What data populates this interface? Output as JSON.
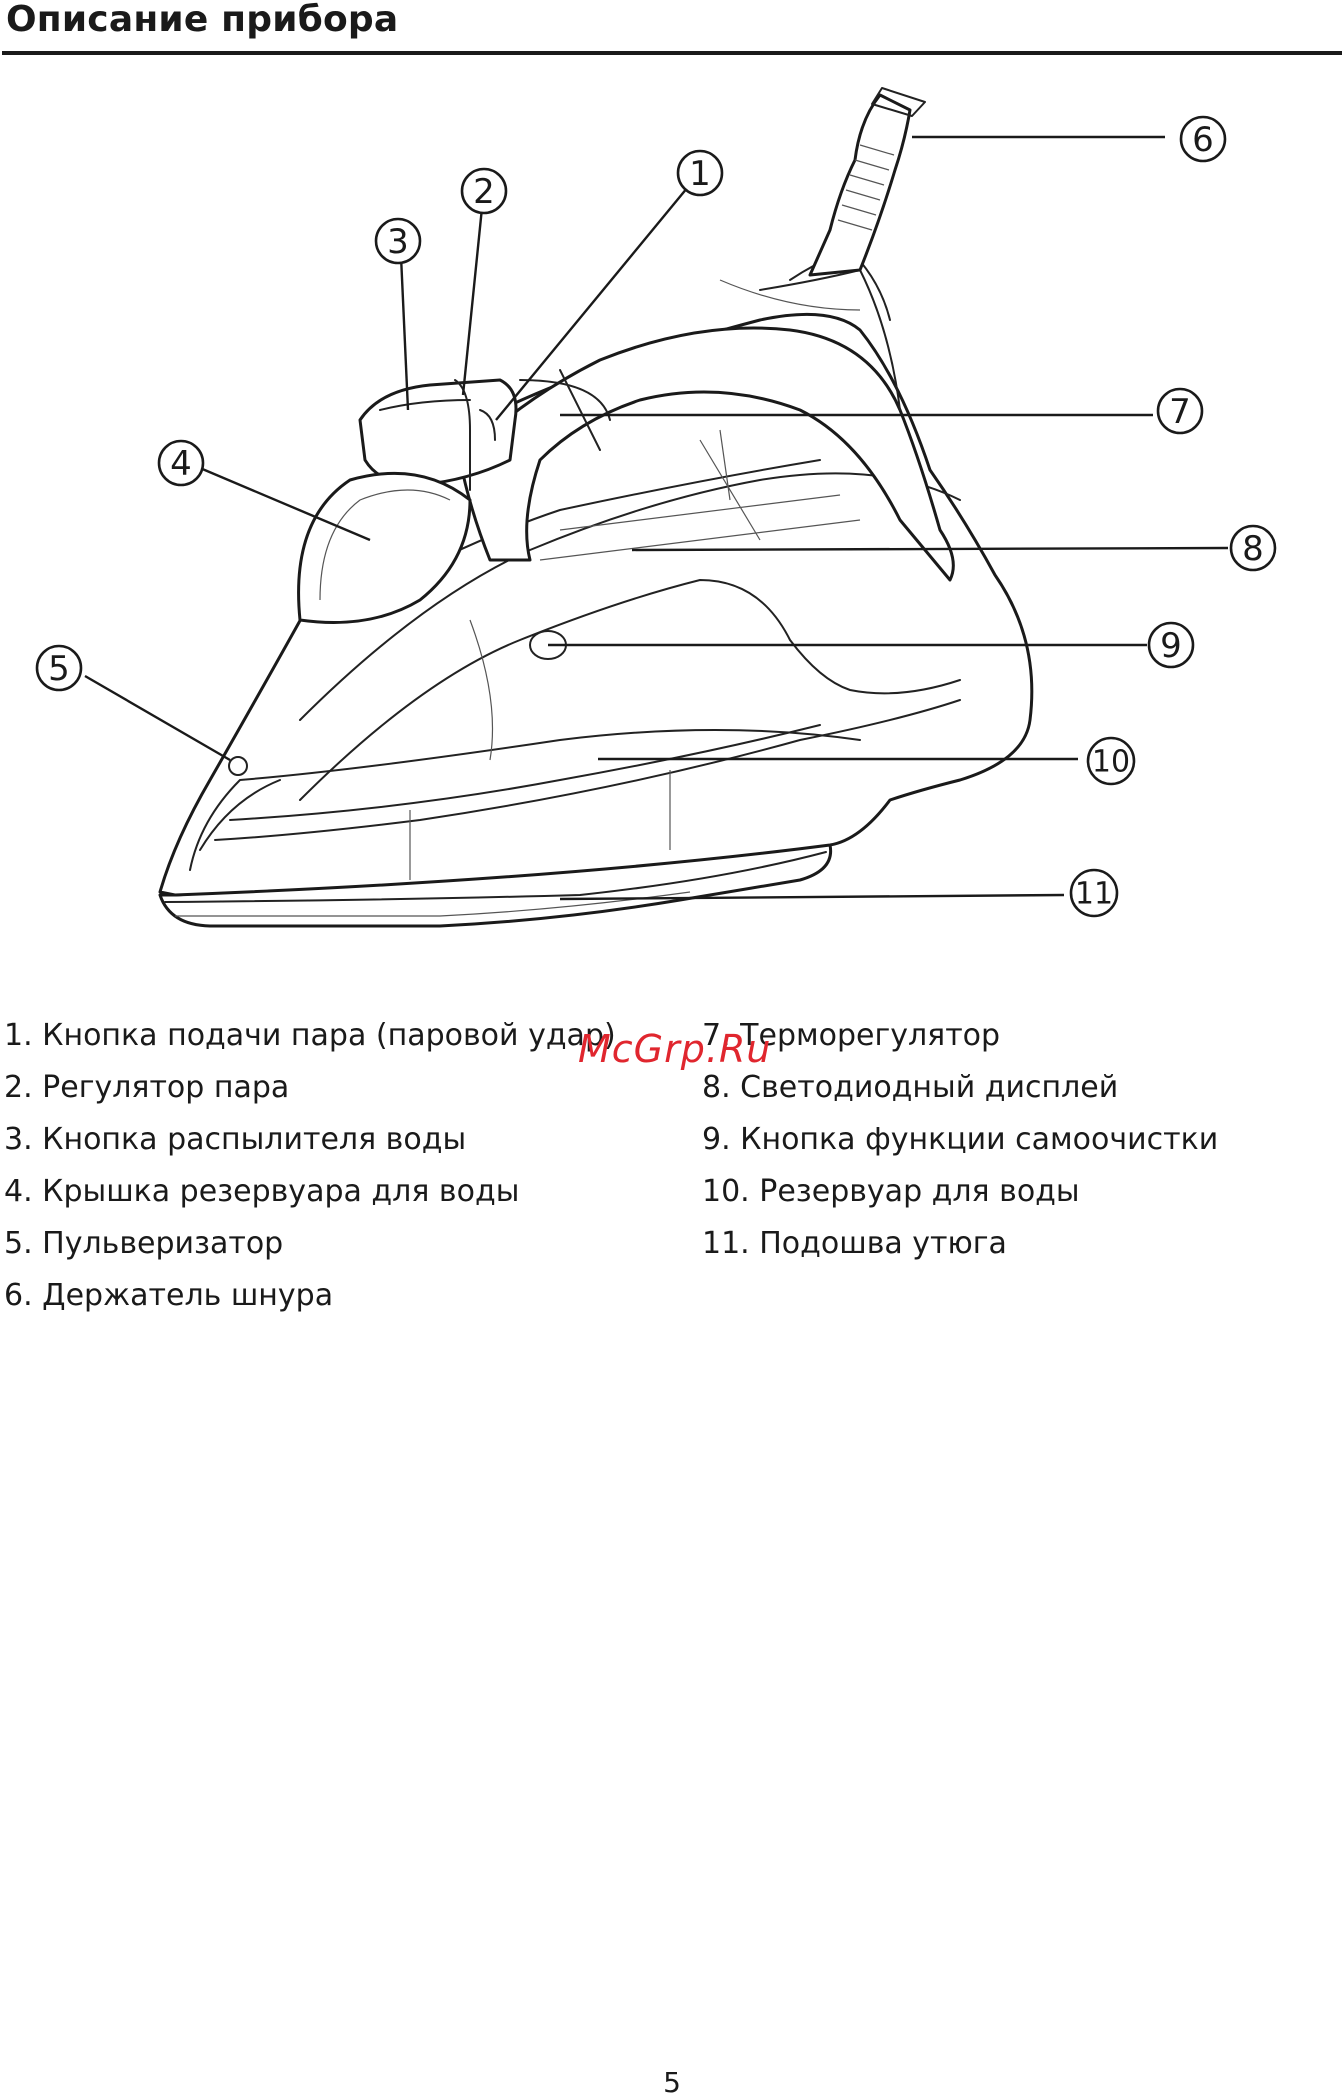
{
  "page": {
    "title": "Описание прибора",
    "page_number": "5"
  },
  "watermark": {
    "text": "McGrp.Ru",
    "color": "#e0262e"
  },
  "diagram": {
    "callouts": [
      "1",
      "2",
      "3",
      "4",
      "5",
      "6",
      "7",
      "8",
      "9",
      "10",
      "11"
    ]
  },
  "legend": {
    "left": [
      "1. Кнопка подачи пара (паровой удар)",
      "2. Регулятор пара",
      "3. Кнопка распылителя воды",
      "4. Крышка резервуара для воды",
      "5. Пульверизатор",
      "6. Держатель шнура"
    ],
    "right": [
      "7. Терморегулятор",
      "8. Светодиодный дисплей",
      "9. Кнопка функции самоочистки",
      "10. Резервуар для воды",
      "11. Подошва утюга"
    ]
  }
}
